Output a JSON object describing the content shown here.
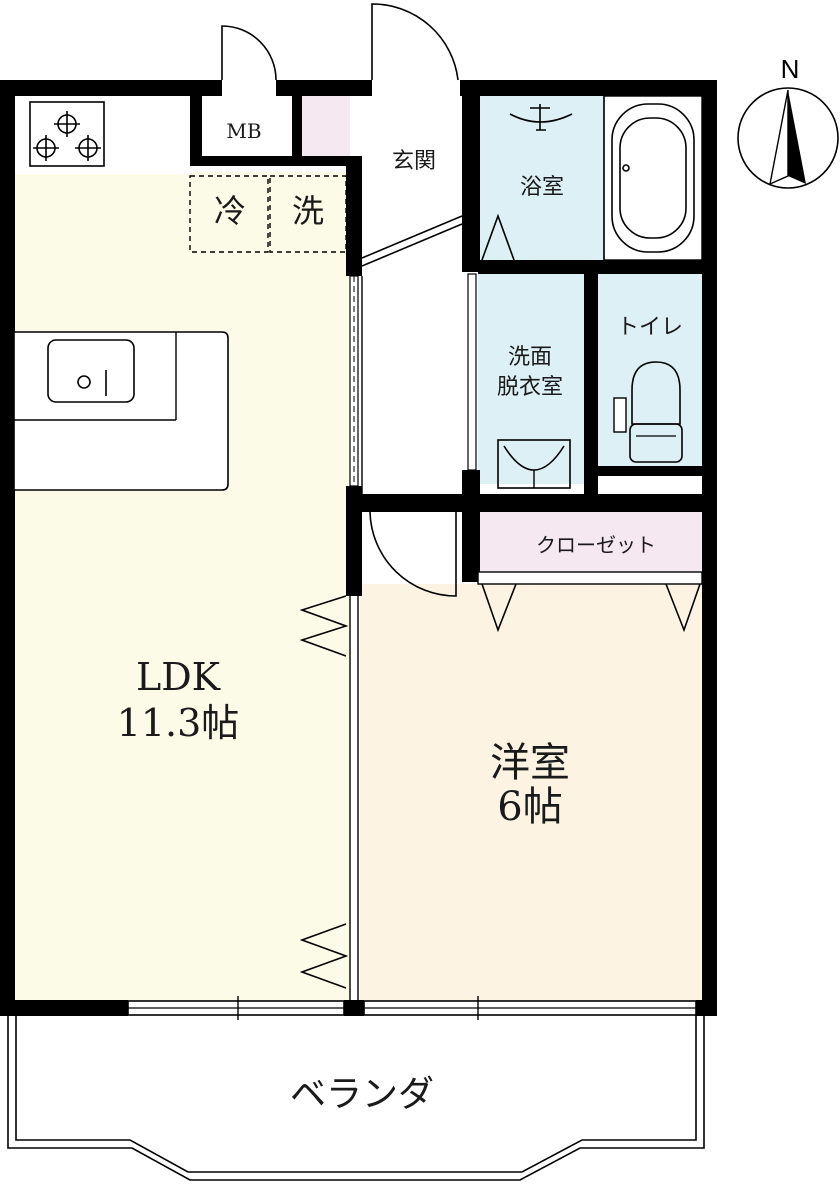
{
  "floorplan": {
    "compass": {
      "label": "N"
    },
    "rooms": {
      "ldk": {
        "name": "LDK",
        "size": "11.3帖",
        "color": "#fbfbe8"
      },
      "western": {
        "name": "洋室",
        "size": "6帖",
        "color": "#fcf3e2"
      },
      "bath": {
        "name": "浴室",
        "color": "#dcf0f5"
      },
      "washroom": {
        "name_line1": "洗面",
        "name_line2": "脱衣室",
        "color": "#dcf0f5"
      },
      "toilet": {
        "name": "トイレ",
        "color": "#dcf0f5"
      },
      "entrance": {
        "name": "玄関"
      },
      "closet": {
        "name": "クローゼット",
        "color": "#f6e8f1"
      },
      "mb": {
        "name": "MB"
      },
      "fridge": {
        "name": "冷"
      },
      "washer": {
        "name": "洗"
      },
      "veranda": {
        "name": "ベランダ"
      }
    }
  }
}
